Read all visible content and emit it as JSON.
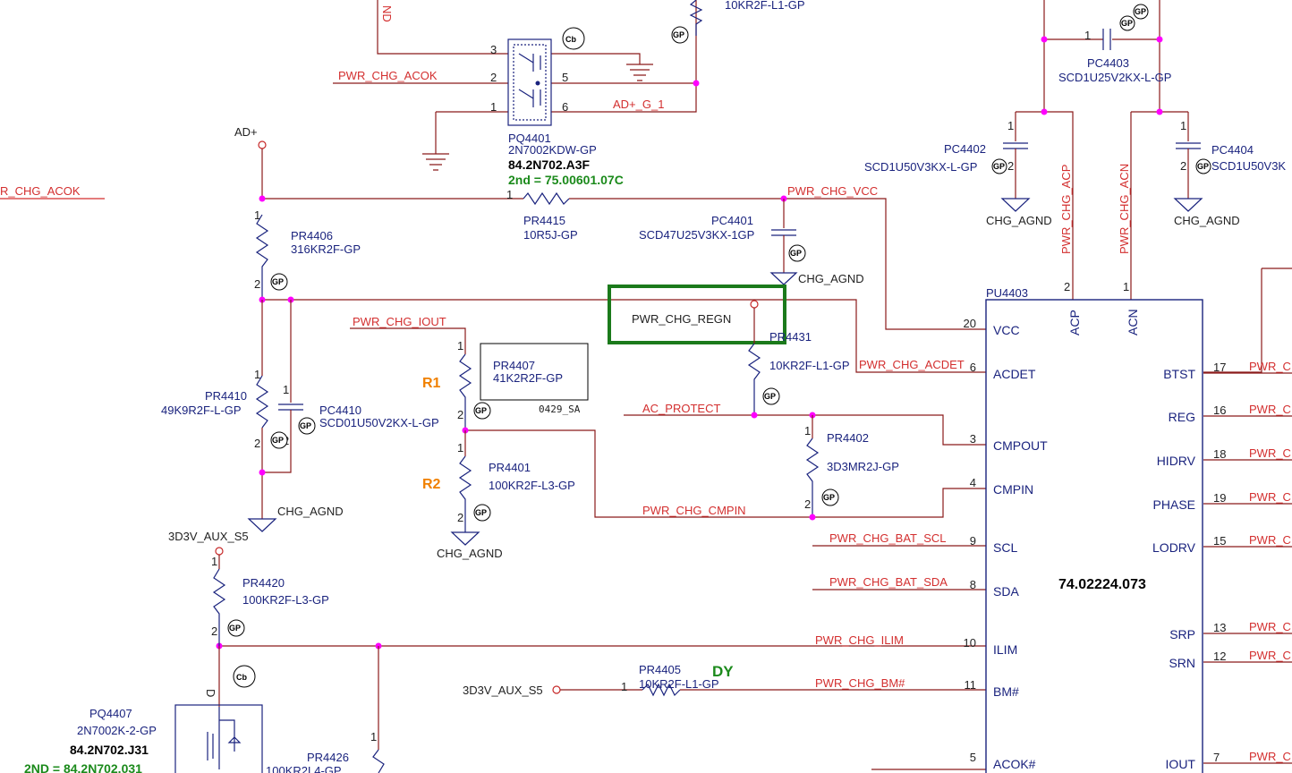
{
  "nets": {
    "acok_top": "PWR_CHG_ACOK",
    "acok_left": "R_CHG_ACOK",
    "ad_g_1": "AD+_G_1",
    "ad_plus": "AD+",
    "vcc": "PWR_CHG_VCC",
    "chg_agnd": "CHG_AGND",
    "regn": "PWR_CHG_REGN",
    "iout": "PWR_CHG_IOUT",
    "acdet": "PWR_CHG_ACDET",
    "ac_protect": "AC_PROTECT",
    "cmpin": "PWR_CHG_CMPIN",
    "bat_scl": "PWR_CHG_BAT_SCL",
    "bat_sda": "PWR_CHG_BAT_SDA",
    "ilim": "PWR_CHG_ILIM",
    "bm": "PWR_CHG_BM#",
    "aux": "3D3V_AUX_S5",
    "acp": "PWR_CHG_ACP",
    "acn": "PWR_CHG_ACN",
    "right_cut": "PWR_C",
    "top_nd": "ND"
  },
  "parts": {
    "top_res_val": "10KR2F-L1-GP",
    "pq4401": {
      "ref": "PQ4401",
      "val": "2N7002KDW-GP",
      "pn": "84.2N702.A3F",
      "alt": "2nd = 75.00601.07C"
    },
    "pr4415": {
      "ref": "PR4415",
      "val": "10R5J-GP"
    },
    "pc4401": {
      "ref": "PC4401",
      "val": "SCD47U25V3KX-1GP"
    },
    "pr4406": {
      "ref": "PR4406",
      "val": "316KR2F-GP"
    },
    "pr4410": {
      "ref": "PR4410",
      "val": "49K9R2F-L-GP"
    },
    "pc4410": {
      "ref": "PC4410",
      "val": "SCD01U50V2KX-L-GP"
    },
    "pr4407": {
      "ref": "PR4407",
      "val": "41K2R2F-GP",
      "note": "0429_SA"
    },
    "pr4401": {
      "ref": "PR4401",
      "val": "100KR2F-L3-GP"
    },
    "pr4431": {
      "ref": "PR4431",
      "val": "10KR2F-L1-GP"
    },
    "pr4402": {
      "ref": "PR4402",
      "val": "3D3MR2J-GP"
    },
    "pr4420": {
      "ref": "PR4420",
      "val": "100KR2F-L3-GP"
    },
    "pq4407": {
      "ref": "PQ4407",
      "val": "2N7002K-2-GP",
      "pn": "84.2N702.J31",
      "alt": "2ND = 84.2N702.031"
    },
    "pr4426": {
      "ref": "PR4426",
      "val": "100KR2L4-GP"
    },
    "pr4405": {
      "ref": "PR4405",
      "val": "10KR2F-L1-GP",
      "dy": "DY"
    },
    "pc4403": {
      "ref": "PC4403",
      "val": "SCD1U25V2KX-L-GP"
    },
    "pc4402": {
      "ref": "PC4402",
      "val": "SCD1U50V3KX-L-GP"
    },
    "pc4404": {
      "ref": "PC4404",
      "val": "SCD1U50V3K"
    },
    "pu4403": {
      "ref": "PU4403",
      "pn": "74.02224.073"
    }
  },
  "chip_pins_left": [
    {
      "num": "20",
      "name": "VCC"
    },
    {
      "num": "6",
      "name": "ACDET"
    },
    {
      "num": "3",
      "name": "CMPOUT"
    },
    {
      "num": "4",
      "name": "CMPIN"
    },
    {
      "num": "9",
      "name": "SCL"
    },
    {
      "num": "8",
      "name": "SDA"
    },
    {
      "num": "10",
      "name": "ILIM"
    },
    {
      "num": "11",
      "name": "BM#"
    },
    {
      "num": "5",
      "name": "ACOK#"
    }
  ],
  "chip_pins_right": [
    {
      "num": "17",
      "name": "BTST"
    },
    {
      "num": "16",
      "name": "REG"
    },
    {
      "num": "18",
      "name": "HIDRV"
    },
    {
      "num": "19",
      "name": "PHASE"
    },
    {
      "num": "15",
      "name": "LODRV"
    },
    {
      "num": "13",
      "name": "SRP"
    },
    {
      "num": "12",
      "name": "SRN"
    },
    {
      "num": "7",
      "name": "IOUT"
    }
  ],
  "chip_pins_top": [
    {
      "num": "2",
      "name": "ACP"
    },
    {
      "num": "1",
      "name": "ACN"
    }
  ],
  "mosfet_pins": [
    "3",
    "2",
    "1",
    "5",
    "6"
  ],
  "pin_digits": {
    "one": "1",
    "two": "2",
    "drain": "D"
  },
  "markers": {
    "r1": "R1",
    "r2": "R2",
    "cb": "Cb",
    "gp": "GP"
  }
}
